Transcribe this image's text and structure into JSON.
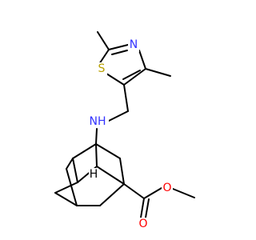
{
  "molecule": {
    "atoms": {
      "N_thiazole": {
        "label": "N",
        "color": "#3333ff"
      },
      "S_thiazole": {
        "label": "S",
        "color": "#b8a000"
      },
      "N_amine": {
        "label": "NH",
        "color": "#3333ff"
      },
      "H_bridge": {
        "label": "H",
        "color": "#000000"
      },
      "O_ester_carbonyl": {
        "label": "O",
        "color": "#ff0000"
      },
      "O_ester_ether": {
        "label": "O",
        "color": "#ff0000"
      }
    },
    "bond_color": "#000000"
  }
}
